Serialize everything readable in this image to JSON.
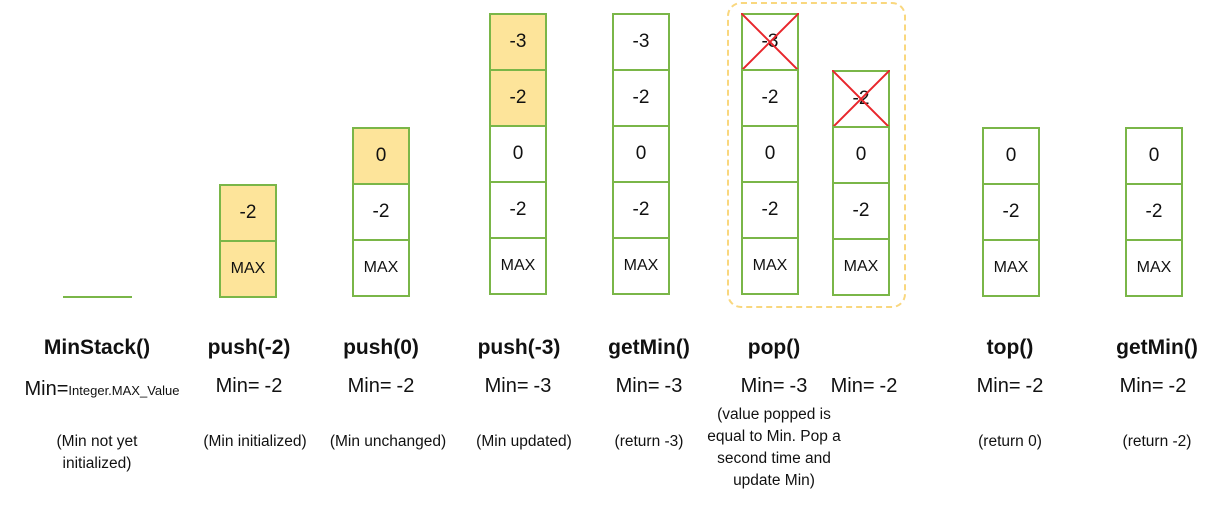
{
  "steps": [
    {
      "op": "MinStack()",
      "min_label": "Min=",
      "min_value": "Integer.MAX_Value",
      "note_lines": [
        "(Min not yet",
        "initialized)"
      ]
    },
    {
      "op": "push(-2)",
      "min_label": "Min=",
      "min_value": "-2",
      "note_lines": [
        "(Min initialized)"
      ]
    },
    {
      "op": "push(0)",
      "min_label": "Min=",
      "min_value": "-2",
      "note_lines": [
        "(Min unchanged)"
      ]
    },
    {
      "op": "push(-3)",
      "min_label": "Min=",
      "min_value": "-3",
      "note_lines": [
        "(Min updated)"
      ]
    },
    {
      "op": "getMin()",
      "min_label": "Min=",
      "min_value": "-3",
      "note_lines": [
        "(return -3)"
      ]
    },
    {
      "op": "pop()",
      "min_label": "Min=",
      "min_value": "-3",
      "min_label_2": "Min=",
      "min_value_2": "-2",
      "note_lines": [
        "(value popped is",
        "equal to Min. Pop a",
        "second time and",
        "update Min)"
      ]
    },
    {
      "op": "top()",
      "min_label": "Min=",
      "min_value": "-2",
      "note_lines": [
        "(return 0)"
      ]
    },
    {
      "op": "getMin()",
      "min_label": "Min=",
      "min_value": "-2",
      "note_lines": [
        "(return -2)"
      ]
    }
  ],
  "stacks": [
    [],
    [
      {
        "v": "-2",
        "hl": true
      },
      {
        "v": "MAX",
        "hl": true
      }
    ],
    [
      {
        "v": "0",
        "hl": true
      },
      {
        "v": "-2"
      },
      {
        "v": "MAX"
      }
    ],
    [
      {
        "v": "-3",
        "hl": true
      },
      {
        "v": "-2",
        "hl": true
      },
      {
        "v": "0"
      },
      {
        "v": "-2"
      },
      {
        "v": "MAX"
      }
    ],
    [
      {
        "v": "-3"
      },
      {
        "v": "-2"
      },
      {
        "v": "0"
      },
      {
        "v": "-2"
      },
      {
        "v": "MAX"
      }
    ],
    [
      {
        "v": "-3",
        "crossed": true
      },
      {
        "v": "-2"
      },
      {
        "v": "0"
      },
      {
        "v": "-2"
      },
      {
        "v": "MAX"
      }
    ],
    [
      {
        "v": "-2",
        "crossed": true
      },
      {
        "v": "0"
      },
      {
        "v": "-2"
      },
      {
        "v": "MAX"
      }
    ],
    [
      {
        "v": "0"
      },
      {
        "v": "-2"
      },
      {
        "v": "MAX"
      }
    ],
    [
      {
        "v": "0"
      },
      {
        "v": "-2"
      },
      {
        "v": "MAX"
      }
    ]
  ],
  "colors": {
    "border": "#7ab648",
    "highlight": "#fde49a",
    "cross": "#e8262c",
    "dashed": "#f9d77e"
  }
}
